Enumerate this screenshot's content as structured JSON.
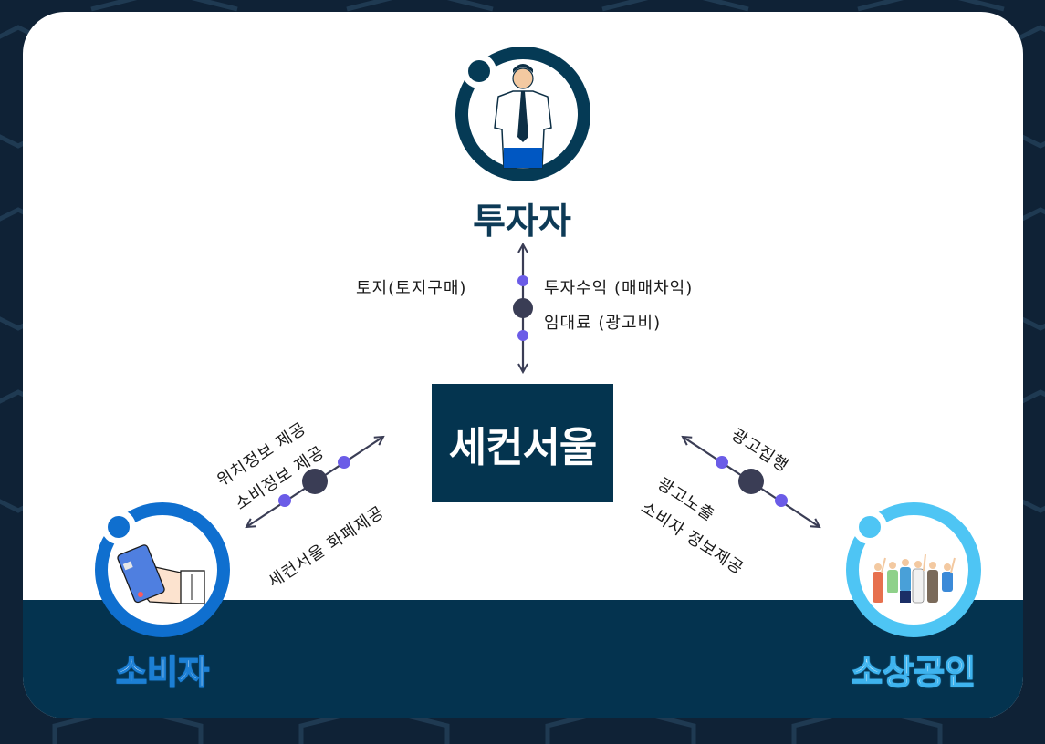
{
  "center": {
    "label": "세컨서울"
  },
  "nodes": {
    "investor": {
      "label": "투자자",
      "icon": "businessman-icon",
      "ring_color": "#053a55"
    },
    "consumer": {
      "label": "소비자",
      "icon": "card-payment-hand-icon",
      "ring_color": "#0f6fcf"
    },
    "merchant": {
      "label": "소상공인",
      "icon": "shop-owners-group-icon",
      "ring_color": "#4ec5f4"
    }
  },
  "flows": {
    "investor": {
      "left": "토지(토지구매)",
      "right_1": "투자수익 (매매차익)",
      "right_2": "임대료 (광고비)"
    },
    "consumer": {
      "line_1": "위치정보 제공",
      "line_2": "소비정보 제공",
      "line_3": "세컨서울 화폐제공"
    },
    "merchant": {
      "line_1": "광고집행",
      "line_2": "광고노출",
      "line_3": "소비자 정보제공"
    }
  },
  "colors": {
    "background": "#0f2236",
    "card": "#ffffff",
    "band": "#04334f",
    "connector": "#3a3d55",
    "connector_dot": "#6b5ce7"
  }
}
